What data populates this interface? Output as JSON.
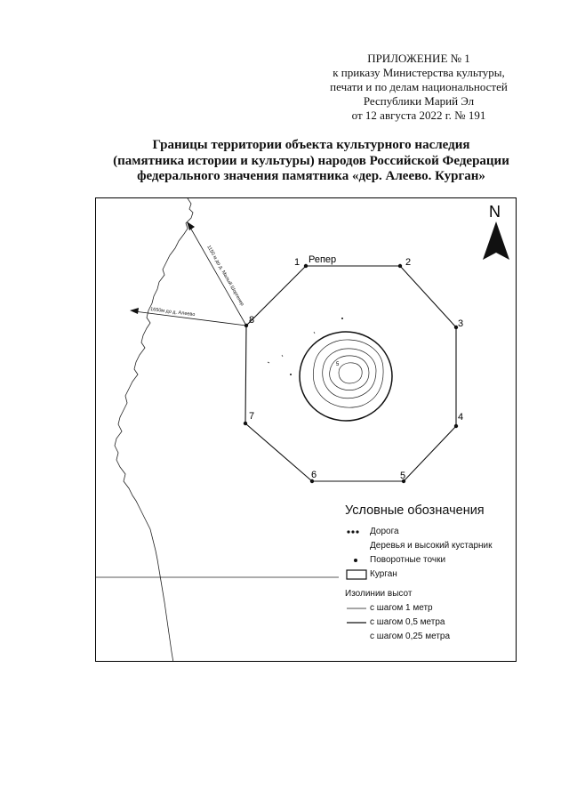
{
  "header": {
    "line1": "ПРИЛОЖЕНИЕ № 1",
    "line2": "к приказу Министерства культуры,",
    "line3": "печати и по делам национальностей",
    "line4": "Республики Марий Эл",
    "line5": "от 12 августа 2022 г. № 191"
  },
  "title": {
    "line1": "Границы территории объекта культурного наследия",
    "line2": "(памятника истории и культуры) народов Российской Федерации",
    "line3": "федерального значения памятника «дер. Алеево. Курган»"
  },
  "map": {
    "north_label": "N",
    "benchmark_label": "Репер",
    "points": [
      "1",
      "2",
      "3",
      "4",
      "5",
      "6",
      "7",
      "8"
    ],
    "arrow1_label": "1150 м до д. Малый Шоргенер",
    "arrow2_label": "1650м до д. Алеево",
    "contour_label": "5"
  },
  "legend": {
    "title": "Условные обозначения",
    "road": "Дорога",
    "trees": "Деревья и высокий кустарник",
    "turning_points": "Поворотные точки",
    "kurgan": "Курган",
    "isolines_title": "Изолинии высот",
    "step1": "с шагом 1 метр",
    "step05": "с шагом 0,5 метра",
    "step025": "с шагом 0,25 метра"
  }
}
